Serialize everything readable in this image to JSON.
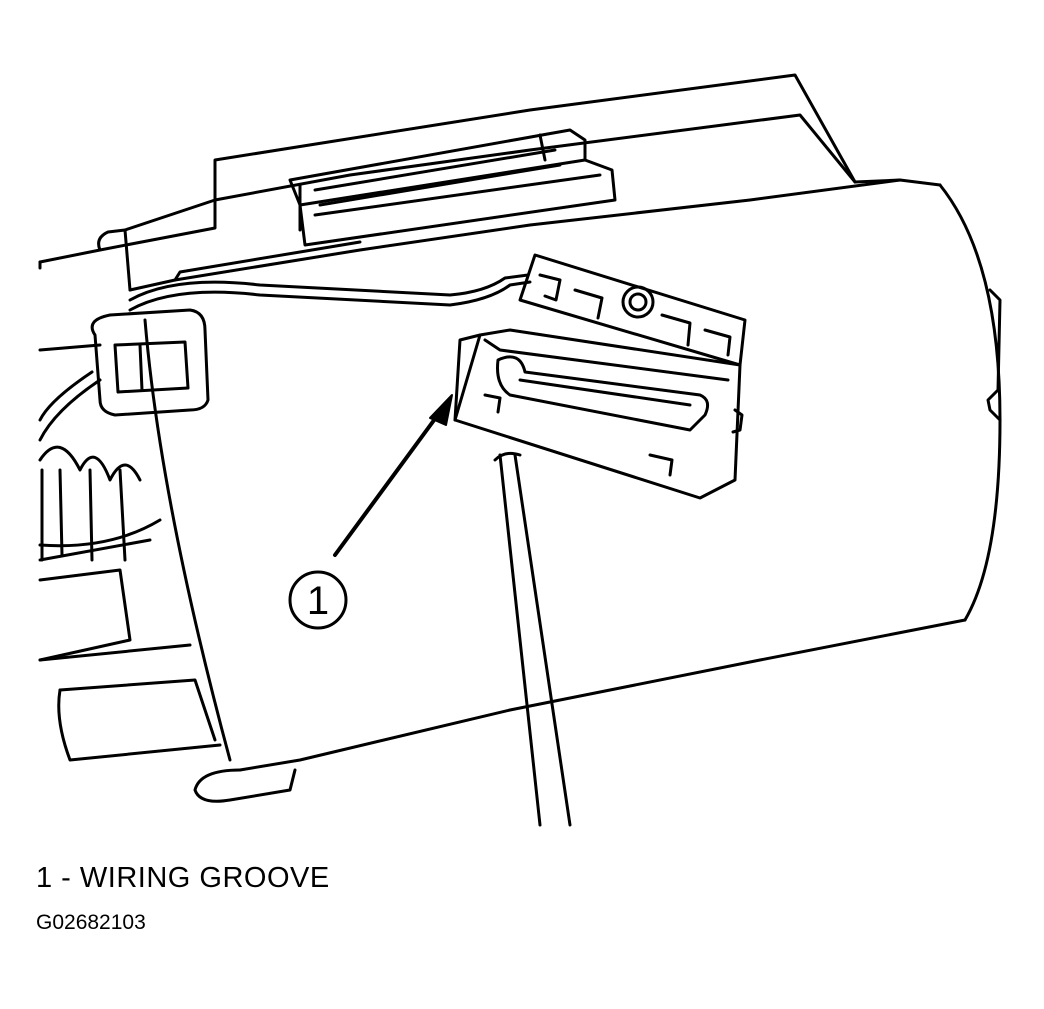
{
  "callouts": [
    {
      "number": "1"
    }
  ],
  "legend": [
    {
      "number": "1",
      "label": "WIRING GROOVE",
      "text": "1 - WIRING GROOVE"
    }
  ],
  "figure_code": "G02682103",
  "colors": {
    "line": "#000000",
    "background": "#ffffff"
  }
}
